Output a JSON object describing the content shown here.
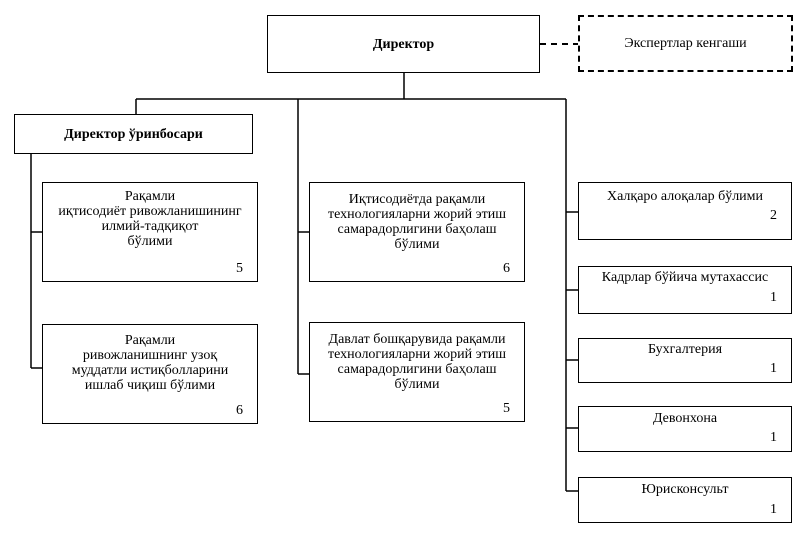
{
  "director": {
    "label": "Директор"
  },
  "expert_council": {
    "label": "Экспертлар кенгаши"
  },
  "deputy": {
    "label": "Директор ўринбосари"
  },
  "left_units": [
    {
      "label": "Рақамли\nиқтисодиёт ривожланишининг\nилмий-тадқиқот\nбўлими",
      "count": "5"
    },
    {
      "label": "Рақамли\nривожланишнинг узоқ\nмуддатли истиқболларини\nишлаб чиқиш бўлими",
      "count": "6"
    }
  ],
  "middle_units": [
    {
      "label": "Иқтисодиётда рақамли\nтехнологияларни жорий этиш\nсамарадорлигини баҳолаш\nбўлими",
      "count": "6"
    },
    {
      "label": "Давлат бошқарувида рақамли\nтехнологияларни жорий этиш\nсамарадорлигини баҳолаш\nбўлими",
      "count": "5"
    }
  ],
  "right_units": [
    {
      "label": "Халқаро алоқалар бўлими",
      "count": "2"
    },
    {
      "label": "Кадрлар бўйича мутахассис",
      "count": "1"
    },
    {
      "label": "Бухгалтерия",
      "count": "1"
    },
    {
      "label": "Девонхона",
      "count": "1"
    },
    {
      "label": "Юрисконсульт",
      "count": "1"
    }
  ]
}
